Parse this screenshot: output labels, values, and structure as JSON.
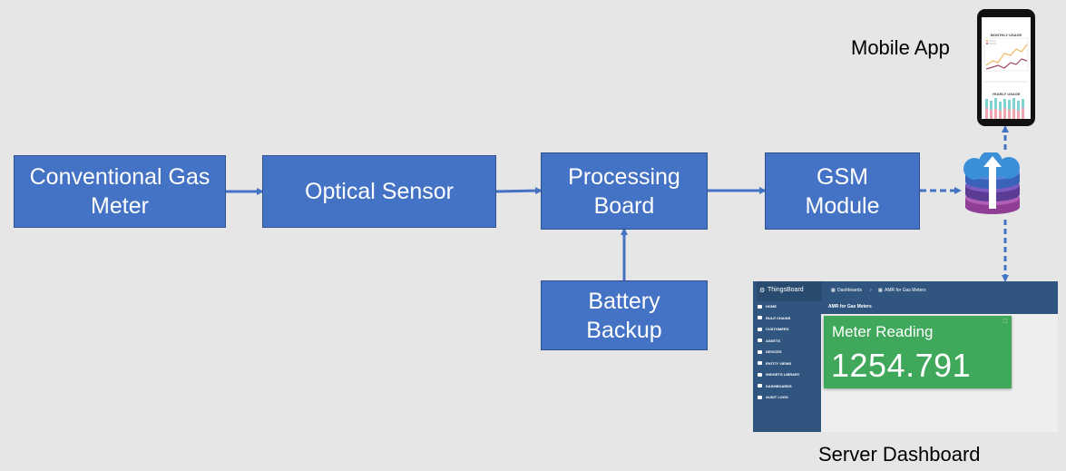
{
  "blocks": {
    "gas_meter": "Conventional Gas\nMeter",
    "optical_sensor": "Optical Sensor",
    "processing_board": "Processing\nBoard",
    "gsm_module": "GSM\nModule",
    "battery_backup": "Battery\nBackup"
  },
  "captions": {
    "mobile_app": "Mobile App",
    "server_dashboard": "Server Dashboard"
  },
  "phone": {
    "monthly_title": "MONTHLY USAGE",
    "yearly_title": "YEARLY USAGE"
  },
  "dashboard": {
    "brand": "ThingsBoard",
    "crumb_1": "Dashboards",
    "crumb_sep": "›",
    "crumb_2": "AMR for Gas Meters",
    "subheader": "AMR for Gas Meters",
    "nav": [
      "HOME",
      "RULE CHAINS",
      "CUSTOMERS",
      "ASSETS",
      "DEVICES",
      "ENTITY VIEWS",
      "WIDGETS LIBRARY",
      "DASHBOARDS",
      "AUDIT LOGS"
    ],
    "widget_title": "Meter Reading",
    "widget_value": "1254.791"
  },
  "colors": {
    "block_fill": "#4472c4",
    "block_border": "#2f528f",
    "connector": "#4472c4",
    "dashboard_header": "#305680",
    "widget": "#3fa85a",
    "background": "#e7e6e6"
  }
}
